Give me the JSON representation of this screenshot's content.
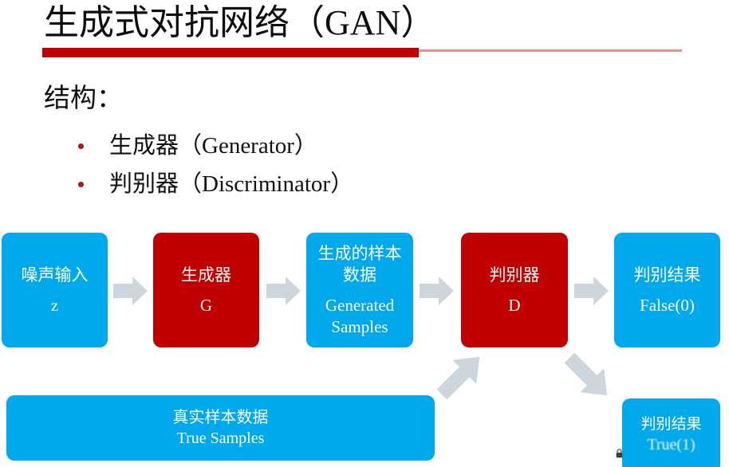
{
  "slide": {
    "title": "生成式对抗网络（GAN）",
    "title_rule_color": "#c00000",
    "title_rule_accent_color": "#e8928c",
    "background": "#ffffff"
  },
  "body": {
    "section_heading": "结构：",
    "bullets": [
      {
        "label": "生成器（Generator）",
        "marker": "bullet-dot",
        "marker_color": "#a51b1b"
      },
      {
        "label": "判别器（Discriminator）",
        "marker": "bullet-dot",
        "marker_color": "#a51b1b"
      }
    ]
  },
  "diagram": {
    "type": "flowchart",
    "palette": {
      "cyan": "#00a8ec",
      "red": "#c00000",
      "arrow_gray": "#ced6dd",
      "text_on_fill": "#ffffff"
    },
    "nodes": [
      {
        "id": "noise",
        "cn": "噪声输入",
        "en": "z",
        "color": "cyan"
      },
      {
        "id": "generator",
        "cn": "生成器",
        "en": "G",
        "color": "red"
      },
      {
        "id": "generated",
        "cn": "生成的样本",
        "cn2": "数据",
        "en": "Generated",
        "en2": "Samples",
        "color": "cyan"
      },
      {
        "id": "discriminator",
        "cn": "判别器",
        "en": "D",
        "color": "red"
      },
      {
        "id": "false_result",
        "cn": "判别结果",
        "en": "False(0)",
        "color": "cyan"
      },
      {
        "id": "true_samples",
        "cn": "真实样本数据",
        "en": "True Samples",
        "color": "cyan"
      },
      {
        "id": "true_result",
        "cn": "判别结果",
        "en": "True(1)",
        "color": "cyan"
      }
    ],
    "arrows": [
      {
        "id": "a1",
        "from": "noise",
        "to": "generator",
        "direction": "right"
      },
      {
        "id": "a2",
        "from": "generator",
        "to": "generated",
        "direction": "right"
      },
      {
        "id": "a3",
        "from": "generated",
        "to": "discriminator",
        "direction": "right"
      },
      {
        "id": "a4",
        "from": "discriminator",
        "to": "false_result",
        "direction": "right"
      },
      {
        "id": "a5",
        "from": "true_samples",
        "to": "discriminator",
        "direction": "up-right"
      },
      {
        "id": "a6",
        "from": "discriminator",
        "to": "true_result",
        "direction": "down-right"
      }
    ]
  }
}
